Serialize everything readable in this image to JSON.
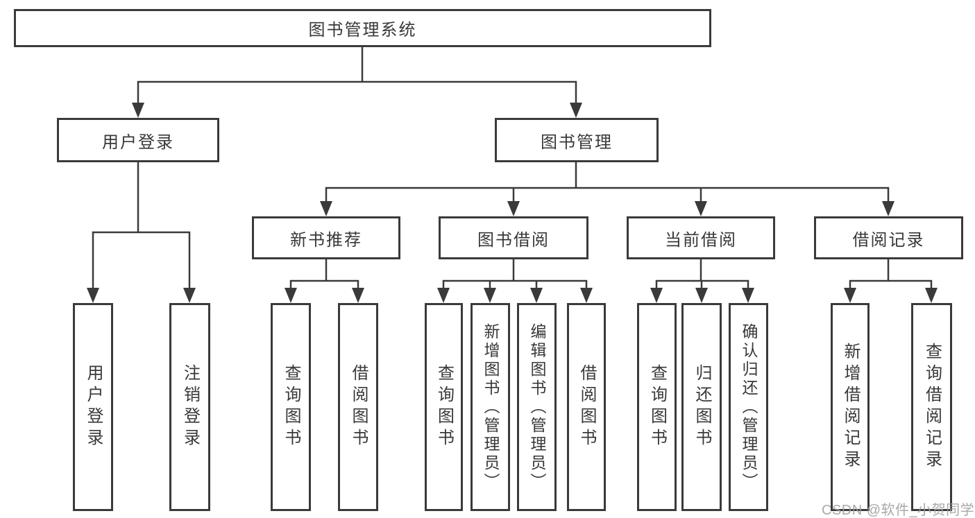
{
  "diagram_title": "图书管理系统",
  "tree": {
    "label": "图书管理系统",
    "children": [
      {
        "label": "用户登录",
        "children": [
          {
            "label": "用户登录"
          },
          {
            "label": "注销登录"
          }
        ]
      },
      {
        "label": "图书管理",
        "children": [
          {
            "label": "新书推荐",
            "children": [
              {
                "label": "查询图书"
              },
              {
                "label": "借阅图书"
              }
            ]
          },
          {
            "label": "图书借阅",
            "children": [
              {
                "label": "查询图书"
              },
              {
                "label": "新增图书（管理员）"
              },
              {
                "label": "编辑图书（管理员）"
              },
              {
                "label": "借阅图书"
              }
            ]
          },
          {
            "label": "当前借阅",
            "children": [
              {
                "label": "查询图书"
              },
              {
                "label": "归还图书"
              },
              {
                "label": "确认归还（管理员）"
              }
            ]
          },
          {
            "label": "借阅记录",
            "children": [
              {
                "label": "新增借阅记录"
              },
              {
                "label": "查询借阅记录"
              }
            ]
          }
        ]
      }
    ]
  },
  "watermark": "CSDN @软件_小贺同学",
  "colors": {
    "line": "#3a3a3a",
    "box_border": "#3a3a3a",
    "text": "#383838",
    "watermark": "#9e9e9e",
    "background": "#ffffff"
  }
}
